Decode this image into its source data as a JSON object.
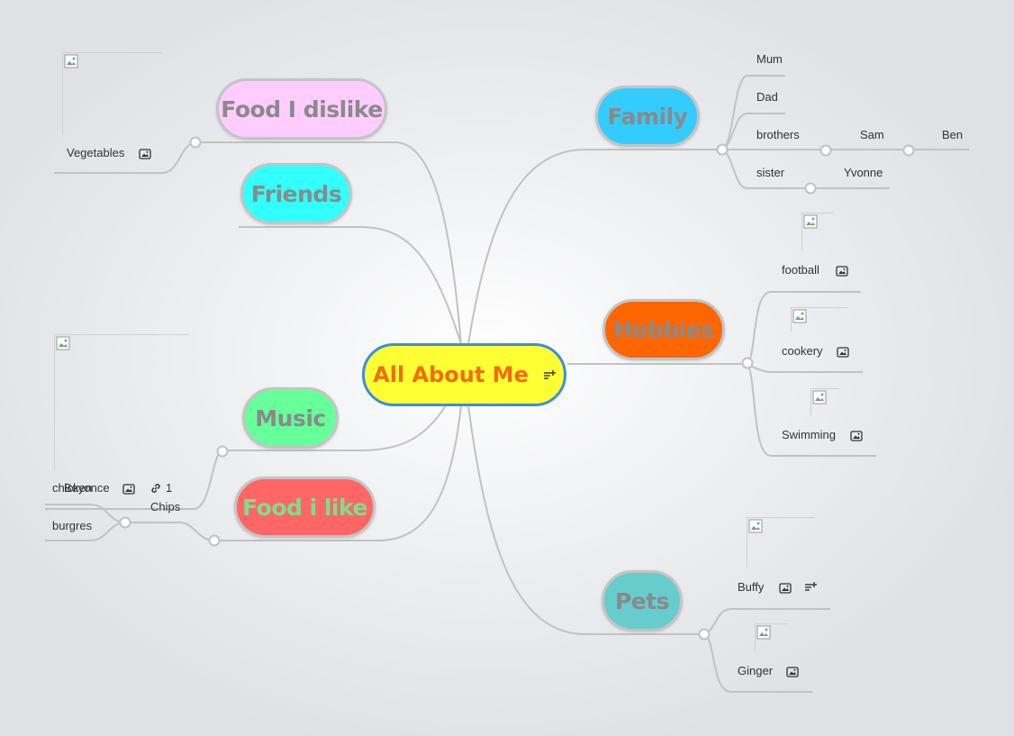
{
  "root": {
    "label": "All About Me",
    "color": "#ffff33",
    "text_color": "#f26d0f",
    "border_color": "#3a8ee0",
    "icon": "notes-icon"
  },
  "topics": {
    "food_dislike": {
      "label": "Food I dislike",
      "bg": "#ffccff",
      "text_color": "#8a8a8a"
    },
    "friends": {
      "label": "Friends",
      "bg": "#33ffff",
      "text_color": "#8a8a8a"
    },
    "music": {
      "label": "Music",
      "bg": "#66ff99",
      "text_color": "#8a8a8a"
    },
    "food_like": {
      "label": "Food i like",
      "bg": "#ff6666",
      "text_color": "#7ddf8e"
    },
    "family": {
      "label": "Family",
      "bg": "#33ccff",
      "text_color": "#8a8a8a"
    },
    "hobbies": {
      "label": "Hobbies",
      "bg": "#ff6600",
      "text_color": "#8a8a8a"
    },
    "pets": {
      "label": "Pets",
      "bg": "#66cccc",
      "text_color": "#8a8a8a"
    }
  },
  "subtopics": {
    "vegetables": "Vegetables",
    "beyonce": "Beyonce",
    "beyonce_links": "1",
    "chicken": "chicken",
    "chips": "Chips",
    "burgres": "burgres",
    "mum": "Mum",
    "dad": "Dad",
    "brothers": "brothers",
    "sam": "Sam",
    "ben": "Ben",
    "sister": "sister",
    "yvonne": "Yvonne",
    "football": "football",
    "cookery": "cookery",
    "swimming": "Swimming",
    "buffy": "Buffy",
    "ginger": "Ginger"
  },
  "icons": [
    "image-icon",
    "link-icon",
    "notes-icon",
    "broken-image-icon"
  ]
}
